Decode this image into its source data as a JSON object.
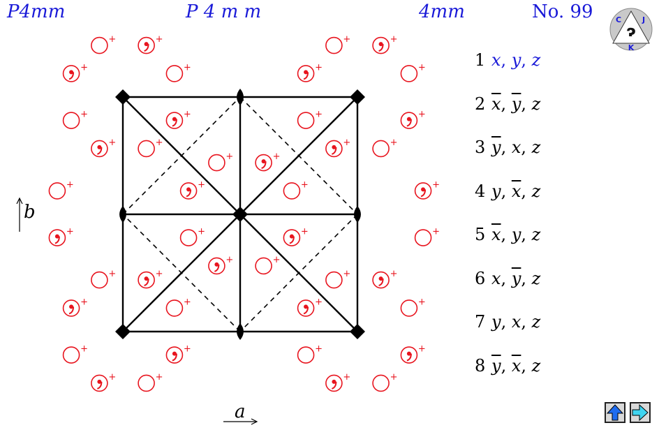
{
  "header": {
    "symbol_short_letter": "P",
    "symbol_short_rest": "4mm",
    "symbol_full": "P 4 m m",
    "point_group": "4mm",
    "number": "No. 99"
  },
  "logo_text": "JKC",
  "axes": {
    "a": "a",
    "b": "b"
  },
  "positions": [
    {
      "num": "1",
      "parts": [
        {
          "t": "x",
          "bar": false
        },
        {
          "t": ", ",
          "bar": false
        },
        {
          "t": "y",
          "bar": false
        },
        {
          "t": ", ",
          "bar": false
        },
        {
          "t": "z",
          "bar": false
        }
      ]
    },
    {
      "num": "2",
      "parts": [
        {
          "t": "x",
          "bar": true
        },
        {
          "t": ", ",
          "bar": false
        },
        {
          "t": "y",
          "bar": true
        },
        {
          "t": ", ",
          "bar": false
        },
        {
          "t": "z",
          "bar": false
        }
      ]
    },
    {
      "num": "3",
      "parts": [
        {
          "t": "y",
          "bar": true
        },
        {
          "t": ", ",
          "bar": false
        },
        {
          "t": "x",
          "bar": false
        },
        {
          "t": ", ",
          "bar": false
        },
        {
          "t": "z",
          "bar": false
        }
      ]
    },
    {
      "num": "4",
      "parts": [
        {
          "t": "y",
          "bar": false
        },
        {
          "t": ", ",
          "bar": false
        },
        {
          "t": "x",
          "bar": true
        },
        {
          "t": ", ",
          "bar": false
        },
        {
          "t": "z",
          "bar": false
        }
      ]
    },
    {
      "num": "5",
      "parts": [
        {
          "t": "x",
          "bar": true
        },
        {
          "t": ", ",
          "bar": false
        },
        {
          "t": "y",
          "bar": false
        },
        {
          "t": ", ",
          "bar": false
        },
        {
          "t": "z",
          "bar": false
        }
      ]
    },
    {
      "num": "6",
      "parts": [
        {
          "t": "x",
          "bar": false
        },
        {
          "t": ", ",
          "bar": false
        },
        {
          "t": "y",
          "bar": true
        },
        {
          "t": ", ",
          "bar": false
        },
        {
          "t": "z",
          "bar": false
        }
      ]
    },
    {
      "num": "7",
      "parts": [
        {
          "t": "y",
          "bar": false
        },
        {
          "t": ", ",
          "bar": false
        },
        {
          "t": "x",
          "bar": false
        },
        {
          "t": ", ",
          "bar": false
        },
        {
          "t": "z",
          "bar": false
        }
      ]
    },
    {
      "num": "8",
      "parts": [
        {
          "t": "y",
          "bar": true
        },
        {
          "t": ", ",
          "bar": false
        },
        {
          "t": "x",
          "bar": true
        },
        {
          "t": ", ",
          "bar": false
        },
        {
          "t": "z",
          "bar": false
        }
      ]
    }
  ],
  "highlighted_position": "1",
  "marker_sign": "+",
  "marker_glyph": "ɒ",
  "comma_glyph": ",",
  "colors": {
    "header": "#1a1ad8",
    "marker": "#e8141e",
    "lines": "#000000",
    "nav_fill": "#1e6cf0",
    "nav_next_fill": "#3fd4f0"
  },
  "nav": {
    "up_icon": "arrow-up-icon",
    "next_icon": "arrow-right-icon"
  }
}
